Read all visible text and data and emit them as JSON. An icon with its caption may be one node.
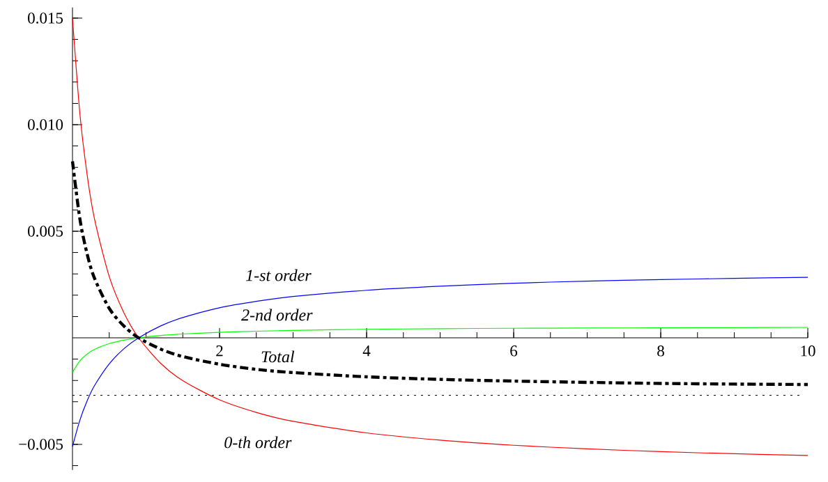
{
  "diagram": {
    "chart_data": {
      "type": "line",
      "x": [
        0,
        0.1,
        0.2,
        0.3,
        0.5,
        0.7,
        0.9,
        1.2,
        1.5,
        2,
        2.5,
        3,
        4,
        5,
        6,
        7,
        8,
        9,
        10
      ],
      "series": [
        {
          "name": "0-th order",
          "color": "#ff0000",
          "values": [
            0.015,
            0.01054,
            0.00763,
            0.00557,
            0.00287,
            0.00117,
            0.0,
            -0.0012,
            -0.00201,
            -0.00291,
            -0.0035,
            -0.00392,
            -0.00446,
            -0.0048,
            -0.00504,
            -0.00521,
            -0.00534,
            -0.00544,
            -0.00552
          ]
        },
        {
          "name": "1-st order",
          "color": "#0000ff",
          "values": [
            -0.0051,
            -0.00387,
            -0.00295,
            -0.00224,
            -0.00122,
            -0.00051,
            0.0,
            0.00056,
            0.00095,
            0.00141,
            0.00171,
            0.00194,
            0.00223,
            0.00242,
            0.00256,
            0.00266,
            0.00273,
            0.00279,
            0.00284
          ]
        },
        {
          "name": "2-nd order",
          "color": "#00ff00",
          "values": [
            -0.00162,
            -0.00108,
            -0.00076,
            -0.00054,
            -0.00027,
            -0.00011,
            0.0,
            0.00011,
            0.00018,
            0.00026,
            0.00031,
            0.00035,
            0.0004,
            0.00043,
            0.00045,
            0.00046,
            0.00047,
            0.00048,
            0.00049
          ]
        },
        {
          "name": "Total",
          "color": "#000000",
          "line_style": "dashdot",
          "values": [
            0.00828,
            0.00559,
            0.00392,
            0.00279,
            0.00138,
            0.00055,
            0.0,
            -0.00053,
            -0.00088,
            -0.00124,
            -0.00148,
            -0.00163,
            -0.00183,
            -0.00195,
            -0.00203,
            -0.00209,
            -0.00214,
            -0.00217,
            -0.00219
          ]
        }
      ],
      "xlim": [
        0,
        10
      ],
      "ylim": [
        -0.0062,
        0.0155
      ],
      "xticks": [
        {
          "value": 2,
          "label": "2"
        },
        {
          "value": 4,
          "label": "4"
        },
        {
          "value": 6,
          "label": "6"
        },
        {
          "value": 8,
          "label": "8"
        },
        {
          "value": 10,
          "label": "10"
        }
      ],
      "yticks": [
        {
          "value": -0.005,
          "label": "−0.005"
        },
        {
          "value": 0.005,
          "label": "0.005"
        },
        {
          "value": 0.01,
          "label": "0.010"
        },
        {
          "value": 0.015,
          "label": "0.015"
        }
      ],
      "ref_lines": [
        {
          "axis": "y",
          "value": -0.0027,
          "line_style": "dotted"
        }
      ]
    }
  }
}
